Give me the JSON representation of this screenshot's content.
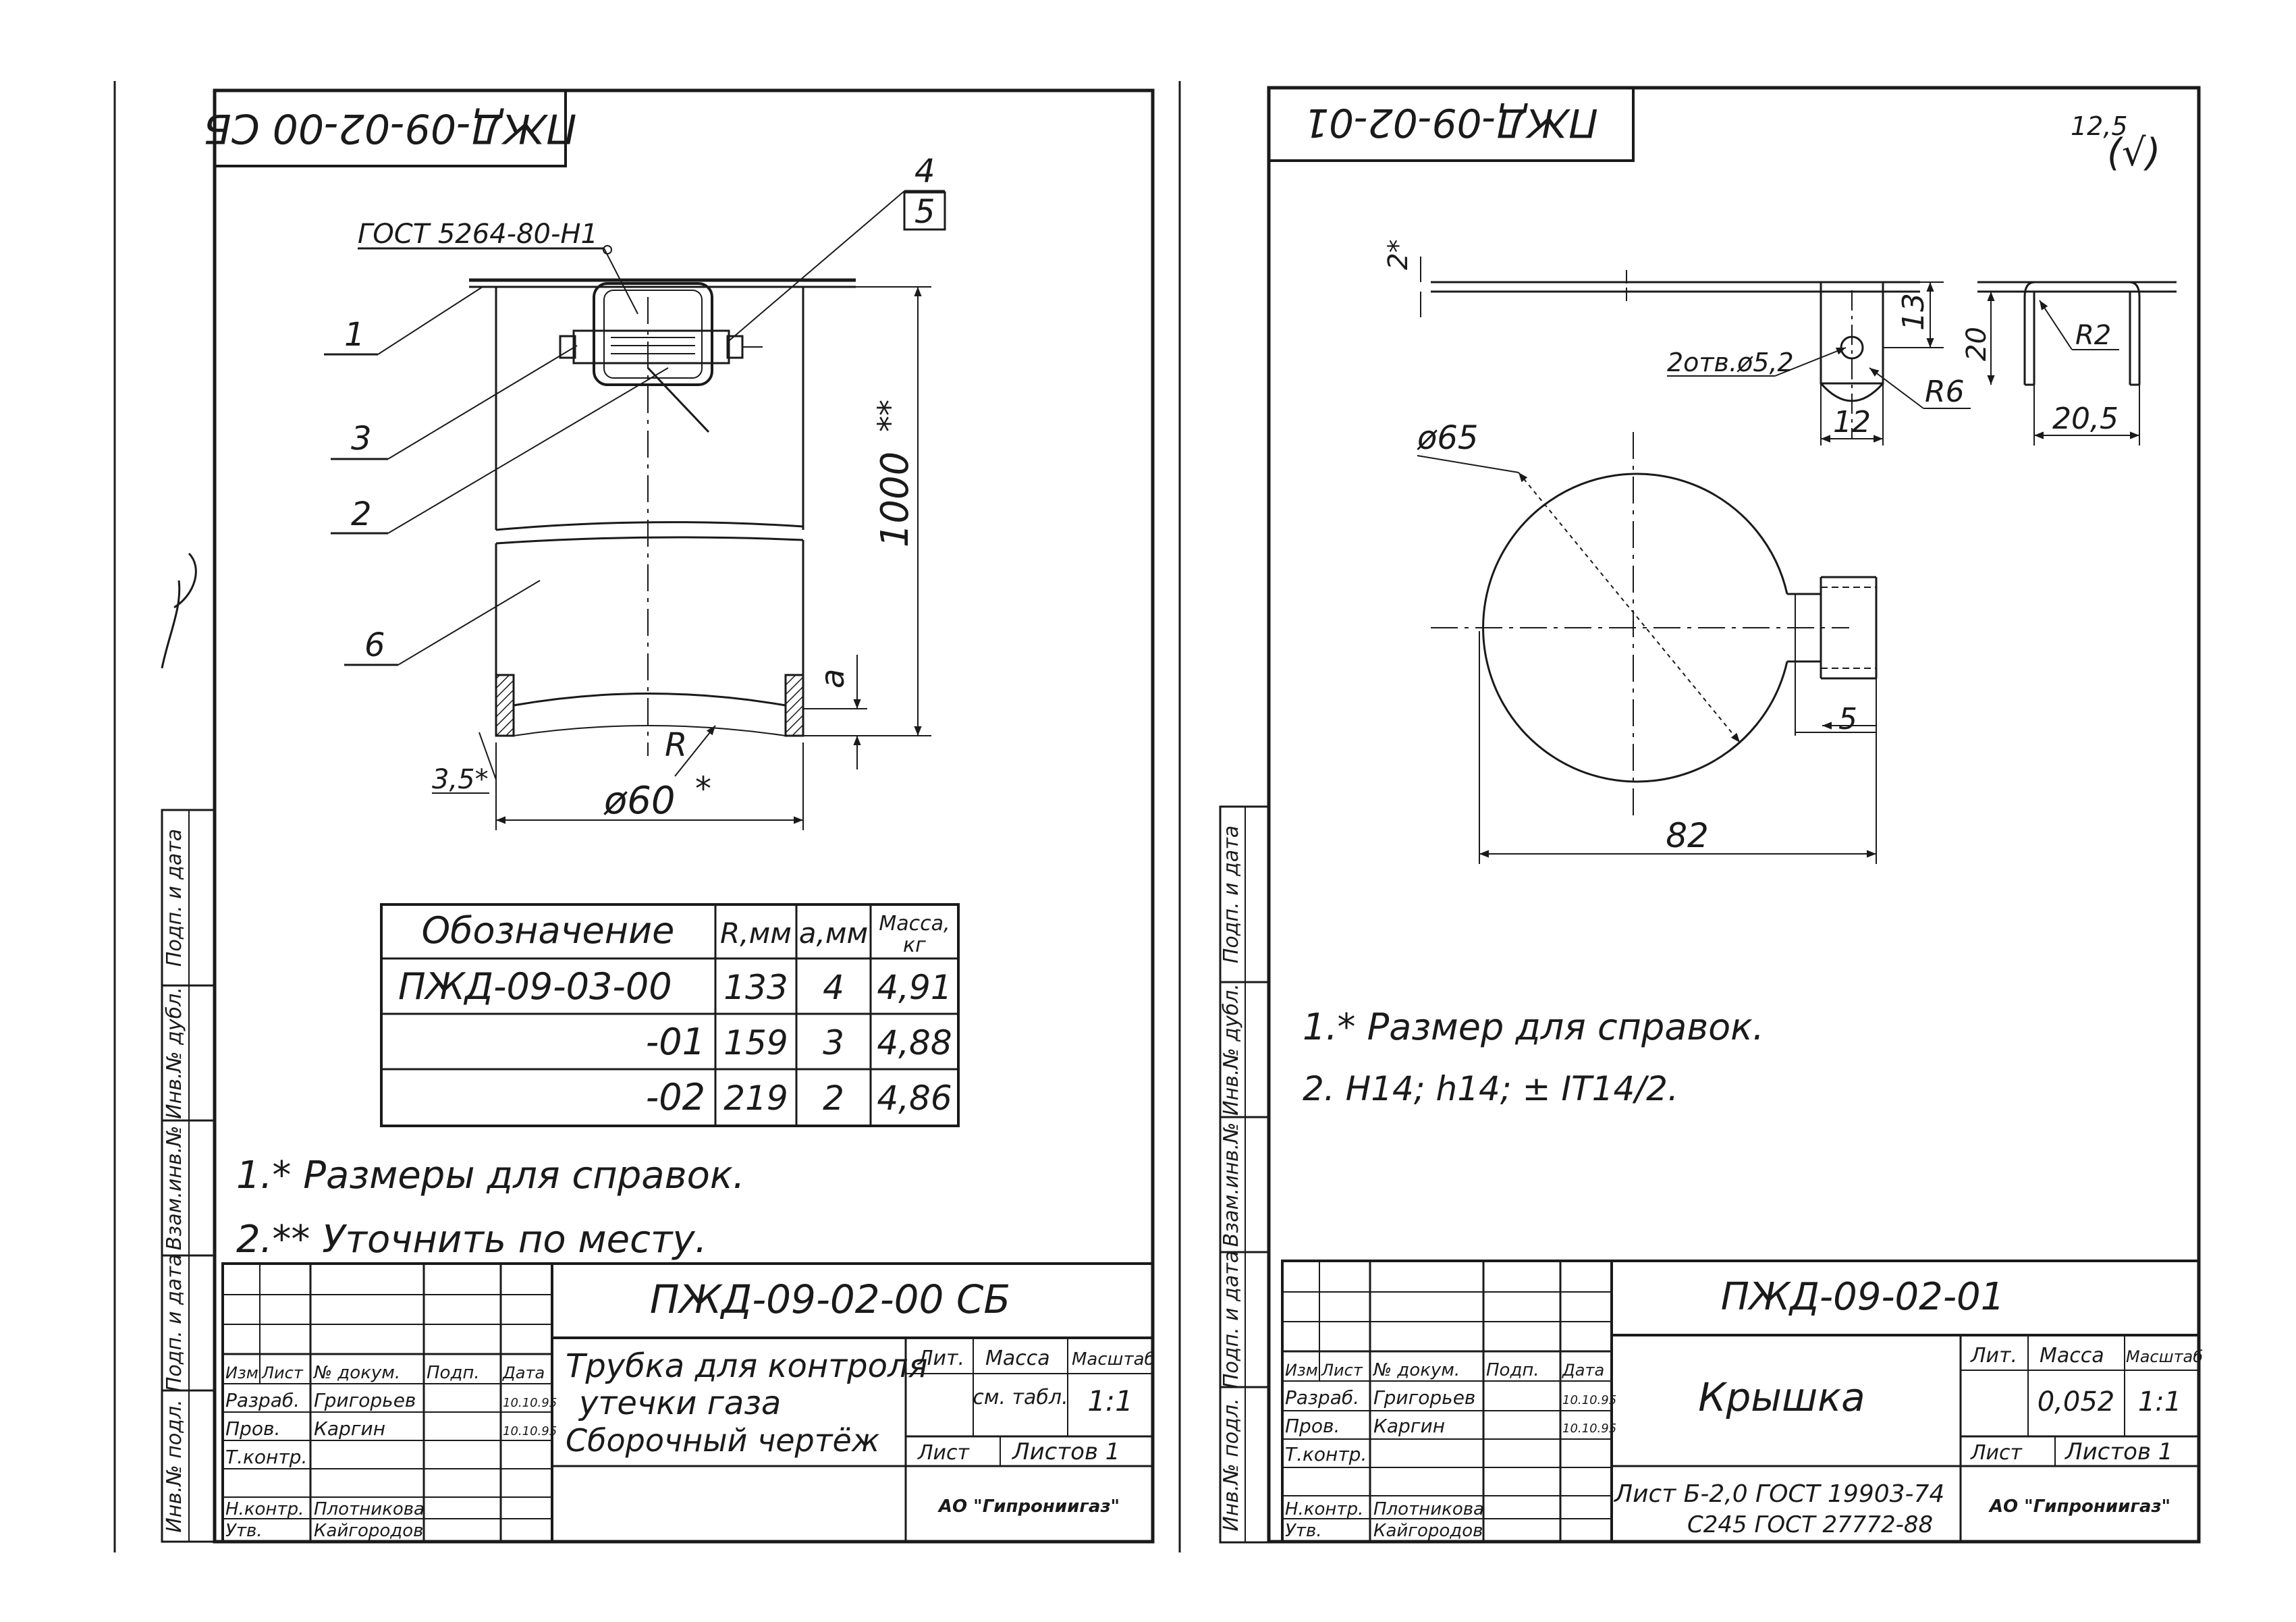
{
  "left_sheet": {
    "code_mirrored": "ПЖД-09-02-00 СБ",
    "standard_callout": "ГОСТ 5264-80-Н1",
    "position_labels": [
      "1",
      "2",
      "3",
      "4",
      "5",
      "6"
    ],
    "dim_length": "1000",
    "dim_length_mark": "**",
    "dim_diameter": "ø60",
    "dim_diameter_mark": "*",
    "dim_weld": "3,5*",
    "dim_a": "a",
    "dim_R": "R",
    "table": {
      "headers": {
        "designation": "Обозначение",
        "r": "R,мм",
        "a": "a,мм",
        "mass_top": "Масса,",
        "mass_bottom": "кг"
      },
      "rows": [
        {
          "designation": "ПЖД-09-03-00",
          "r": "133",
          "a": "4",
          "mass": "4,91"
        },
        {
          "designation": "-01",
          "r": "159",
          "a": "3",
          "mass": "4,88"
        },
        {
          "designation": "-02",
          "r": "219",
          "a": "2",
          "mass": "4,86"
        }
      ]
    },
    "notes": [
      "1.* Размеры для справок.",
      "2.** Уточнить по месту."
    ],
    "title_block": {
      "code": "ПЖД-09-02-00 СБ",
      "name_line1": "Трубка для контроля",
      "name_line2": "утечки газа",
      "name_line3": "Сборочный чертёж",
      "header_izm": "Изм",
      "header_list": "Лист",
      "header_doc": "№ докум.",
      "header_sign": "Подп.",
      "header_date": "Дата",
      "rows": [
        {
          "role": "Разраб.",
          "name": "Григорьев",
          "date": "10.10.95"
        },
        {
          "role": "Пров.",
          "name": "Каргин",
          "date": "10.10.95"
        },
        {
          "role": "Т.контр.",
          "name": "",
          "date": ""
        },
        {
          "role": "",
          "name": "",
          "date": ""
        },
        {
          "role": "Н.контр.",
          "name": "Плотникова",
          "date": ""
        },
        {
          "role": "Утв.",
          "name": "Кайгородов",
          "date": ""
        }
      ],
      "lit_label": "Лит.",
      "mass_label": "Масса",
      "scale_label": "Масштаб",
      "mass_value": "см. табл.",
      "scale_value": "1:1",
      "sheet_label": "Лист",
      "sheets_label": "Листов 1",
      "org": "АО \"Гипрониигаз\""
    },
    "side_strip": [
      "Подп. и дата",
      "Инв.№ дубл.",
      "Взам.инв.№",
      "Подп. и дата",
      "Инв.№ подл."
    ]
  },
  "right_sheet": {
    "code_mirrored": "ПЖД-09-02-01",
    "roughness": "12,5",
    "roughness_mark": "(√)",
    "dim_2": "2*",
    "dim_13": "13",
    "dim_12": "12",
    "dim_holes": "2отв.ø5,2",
    "dim_R6": "R6",
    "dim_20": "20",
    "dim_R2": "R2",
    "dim_20_5": "20,5",
    "dim_d65": "ø65",
    "dim_5": "5",
    "dim_82": "82",
    "notes": [
      "1.* Размер для справок.",
      "2. Н14; h14; ± IT14/2."
    ],
    "title_block": {
      "code": "ПЖД-09-02-01",
      "name": "Крышка",
      "header_izm": "Изм",
      "header_list": "Лист",
      "header_doc": "№ докум.",
      "header_sign": "Подп.",
      "header_date": "Дата",
      "rows": [
        {
          "role": "Разраб.",
          "name": "Григорьев",
          "date": "10.10.95"
        },
        {
          "role": "Пров.",
          "name": "Каргин",
          "date": "10.10.95"
        },
        {
          "role": "Т.контр.",
          "name": "",
          "date": ""
        },
        {
          "role": "",
          "name": "",
          "date": ""
        },
        {
          "role": "Н.контр.",
          "name": "Плотникова",
          "date": ""
        },
        {
          "role": "Утв.",
          "name": "Кайгородов",
          "date": ""
        }
      ],
      "material_line1": "Лист Б-2,0 ГОСТ 19903-74",
      "material_line2": "С245 ГОСТ 27772-88",
      "lit_label": "Лит.",
      "mass_label": "Масса",
      "scale_label": "Масштаб",
      "mass_value": "0,052",
      "scale_value": "1:1",
      "sheet_label": "Лист",
      "sheets_label": "Листов 1",
      "org": "АО \"Гипрониигаз\""
    },
    "side_strip": [
      "Подп. и дата",
      "Инв.№ дубл.",
      "Взам.инв.№",
      "Подп. и дата",
      "Инв.№ подл."
    ]
  }
}
